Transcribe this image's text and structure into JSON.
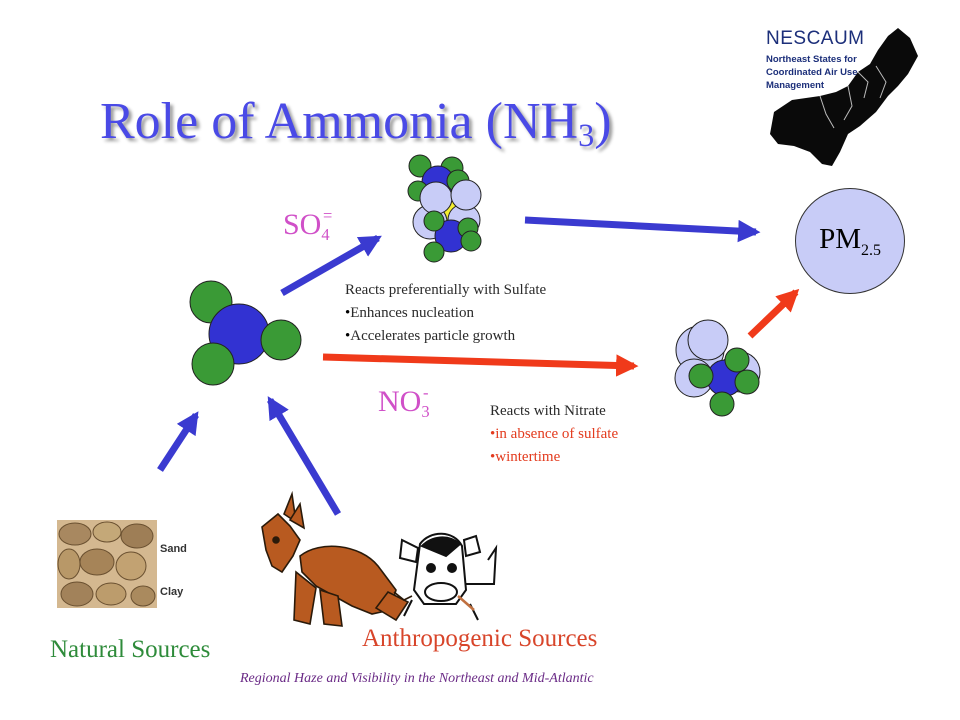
{
  "title": {
    "prefix": "Role of Ammonia (NH",
    "sub": "3",
    "suffix": ")"
  },
  "logo": {
    "name": "NESCAUM",
    "lines": [
      "Northeast States for",
      "Coordinated Air Use",
      "Management"
    ]
  },
  "pm": {
    "base": "PM",
    "sub": "2.5"
  },
  "sulfate": {
    "base": "SO",
    "sub": "4",
    "sup": "="
  },
  "nitrate": {
    "base": "NO",
    "sub": "3",
    "sup": "-"
  },
  "sulfate_note": {
    "heading": "Reacts preferentially with Sulfate",
    "bullets": [
      "Enhances nucleation",
      "Accelerates particle growth"
    ]
  },
  "nitrate_note": {
    "heading": "Reacts with Nitrate",
    "bullets": [
      "in absence of sulfate",
      "wintertime"
    ]
  },
  "soil": {
    "sand": "Sand",
    "clay": "Clay"
  },
  "natural_sources": "Natural Sources",
  "anthropogenic_sources": "Anthropogenic Sources",
  "footer": "Regional Haze and Visibility in the Northeast and Mid-Atlantic",
  "colors": {
    "title": "#4a4ae6",
    "arrow_blue": "#3a3ad0",
    "arrow_red": "#f03a1a",
    "nitrogen": "#3232d2",
    "hydrogen": "#3a9a36",
    "oxygen": "#c8ccf7",
    "sulfur": "#f4ee30",
    "natural_label": "#2e8b3a",
    "anthro_label": "#d8452a",
    "ion_label": "#d050c8",
    "footer": "#6a2a86"
  }
}
